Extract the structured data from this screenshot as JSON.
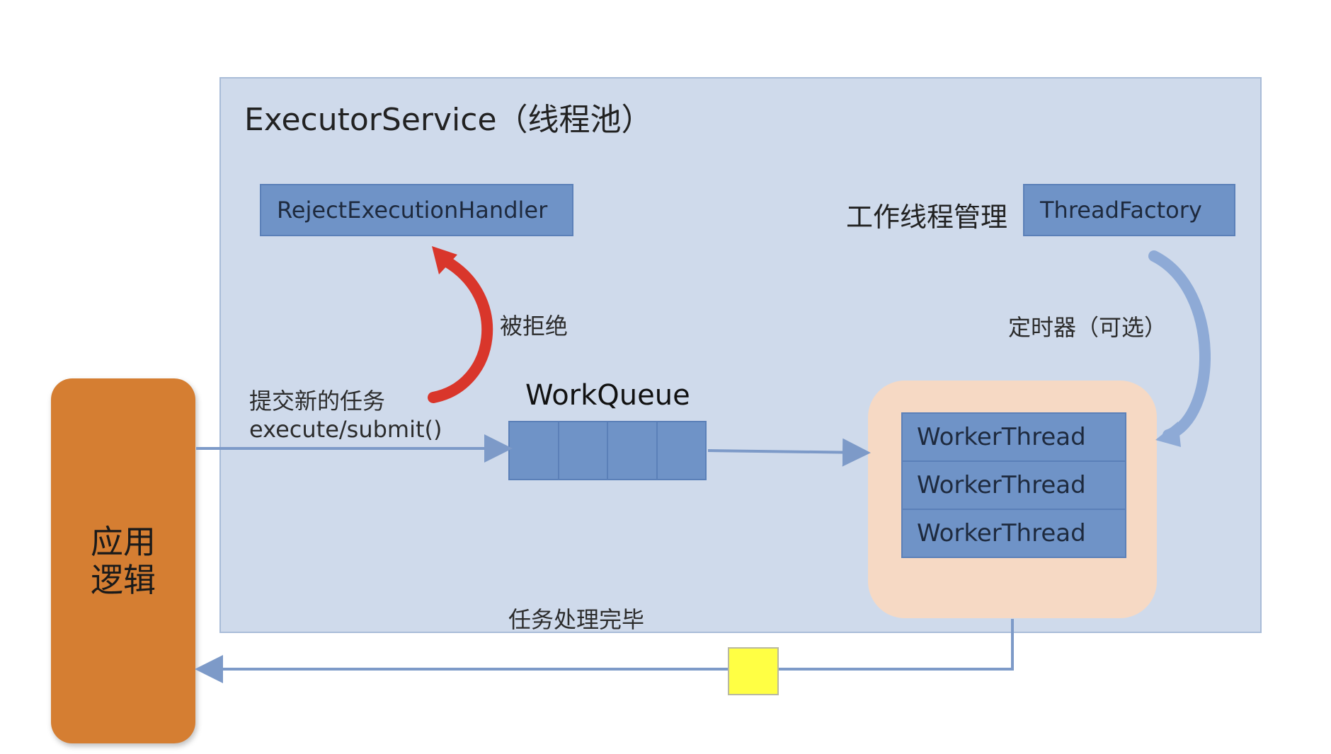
{
  "pool": {
    "title": "ExecutorService（线程池）"
  },
  "reject_handler": {
    "label": "RejectExecutionHandler"
  },
  "thread_factory": {
    "label": "ThreadFactory",
    "caption": "工作线程管理"
  },
  "labels": {
    "rejected": "被拒绝",
    "timer": "定时器（可选）",
    "submit_line1": "提交新的任务",
    "submit_line2": "execute/submit()",
    "done": "任务处理完毕"
  },
  "work_queue": {
    "label": "WorkQueue",
    "cells": 4
  },
  "workers": [
    "WorkerThread",
    "WorkerThread",
    "WorkerThread"
  ],
  "app": {
    "line1": "应用",
    "line2": "逻辑"
  },
  "colors": {
    "pool_bg": "#cfdaeb",
    "box_blue": "#6f93c7",
    "worker_area": "#f6d9c4",
    "app_orange": "#d57e32",
    "token_yellow": "#ffff44",
    "reject_arrow": "#d9362b",
    "flow_arrow": "#7d9ac8"
  }
}
